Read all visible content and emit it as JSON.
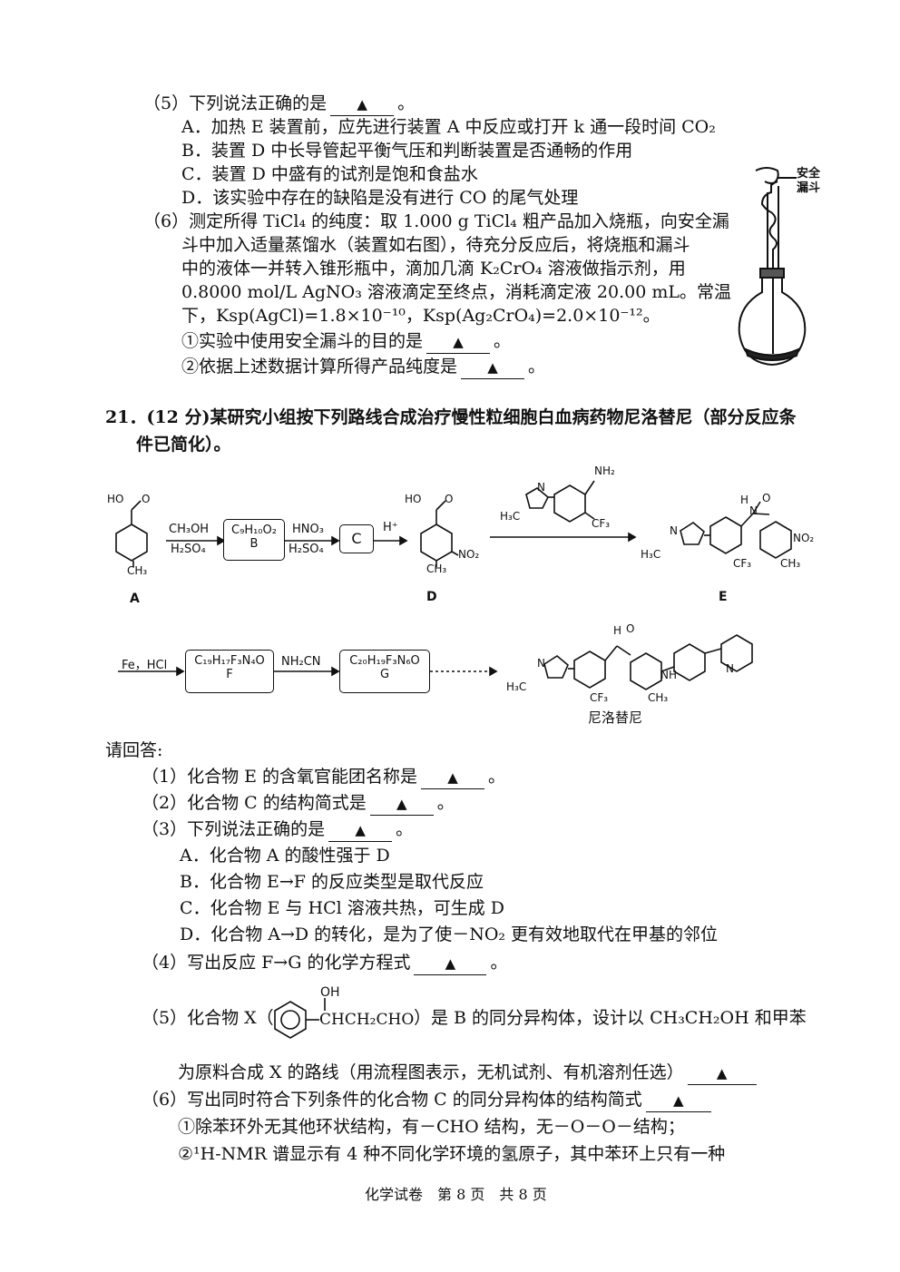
{
  "q20": {
    "q5": {
      "stem": "（5）下列说法正确的是",
      "end": "。",
      "A": "A．加热 E 装置前，应先进行装置 A 中反应或打开 k 通一段时间 CO₂",
      "B": "B．装置 D 中长导管起平衡气压和判断装置是否通畅的作用",
      "C": "C．装置 D 中盛有的试剂是饱和食盐水",
      "D": "D．该实验中存在的缺陷是没有进行 CO 的尾气处理"
    },
    "q6": {
      "l1": "（6）测定所得 TiCl₄ 的纯度：取 1.000 g TiCl₄ 粗产品加入烧瓶，向安全漏",
      "l2": "斗中加入适量蒸馏水（装置如右图），待充分反应后，将烧瓶和漏斗",
      "l3": "中的液体一并转入锥形瓶中，滴加几滴 K₂CrO₄ 溶液做指示剂，用",
      "l4": "0.8000 mol/L AgNO₃ 溶液滴定至终点，消耗滴定液 20.00 mL。常温",
      "l5": "下，Ksp(AgCl)=1.8×10⁻¹⁰，Ksp(Ag₂CrO₄)=2.0×10⁻¹²。",
      "s1": "①实验中使用安全漏斗的目的是",
      "s1end": "。",
      "s2": "②依据上述数据计算所得产品纯度是",
      "s2end": "。"
    },
    "funnel_label1": "安全",
    "funnel_label2": "漏斗"
  },
  "q21": {
    "head1": "21．(12 分)某研究小组按下列路线合成治疗慢性粒细胞白血病药物尼洛替尼（部分反应条",
    "head2": "件已简化）。",
    "scheme": {
      "A": "A",
      "B": "B",
      "C": "C",
      "D": "D",
      "E": "E",
      "F": "F",
      "G": "G",
      "B_formula": "C₉H₁₀O₂",
      "F_formula": "C₁₉H₁₇F₃N₄O",
      "G_formula": "C₂₀H₁₉F₃N₆O",
      "c1_top": "CH₃OH",
      "c1_bot": "H₂SO₄",
      "c2_top": "HNO₃",
      "c2_bot": "H₂SO₄",
      "c3": "H⁺",
      "c4": "Fe，HCl",
      "c5": "NH₂CN",
      "HO": "HO",
      "CH3": "CH₃",
      "NO2": "NO₂",
      "NH2": "NH₂",
      "CF3": "CF₃",
      "H3C": "H₃C",
      "N": "N",
      "H": "H",
      "O": "O",
      "NO2_E": "NO₂",
      "NH": "NH",
      "product": "尼洛替尼"
    },
    "ask": "请回答:",
    "q1": "（1）化合物 E 的含氧官能团名称是",
    "q1end": "。",
    "q2": "（2）化合物 C 的结构简式是",
    "q2end": "。",
    "q3": "（3）下列说法正确的是",
    "q3end": "。",
    "q3A": "A．化合物 A 的酸性强于 D",
    "q3B": "B．化合物 E→F 的反应类型是取代反应",
    "q3C": "C．化合物 E 与 HCl 溶液共热，可生成 D",
    "q3D": "D．化合物 A→D 的转化，是为了使－NO₂ 更有效地取代在甲基的邻位",
    "q4": "（4）写出反应 F→G 的化学方程式",
    "q4end": "。",
    "q5a": "（5）化合物 X（",
    "q5OH": "OH",
    "q5sub": "CHCH₂CHO",
    "q5b": "）是 B 的同分异构体，设计以 CH₃CH₂OH 和甲苯",
    "q5c": "为原料合成 X 的路线（用流程图表示，无机试剂、有机溶剂任选）",
    "q6": "（6）写出同时符合下列条件的化合物 C 的同分异构体的结构简式",
    "q6c1": "①除苯环外无其他环状结构，有－CHO 结构，无－O－O－结构；",
    "q6c2": "②¹H-NMR 谱显示有 4 种不同化学环境的氢原子，其中苯环上只有一种"
  },
  "blank_mark": "▲",
  "footer": "化学试卷　第 8 页　共 8 页"
}
